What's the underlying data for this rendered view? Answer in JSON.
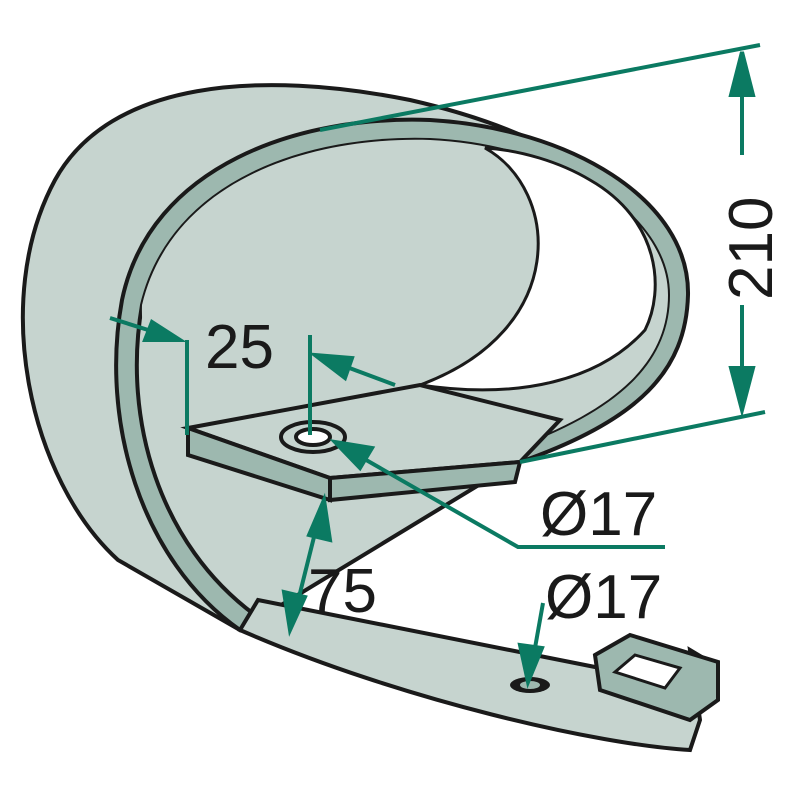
{
  "dimensions": {
    "plate_length": "25",
    "height": "210",
    "hole_upper": "Ø17",
    "gap": "75",
    "hole_lower": "Ø17"
  },
  "colors": {
    "dimension_line": "#0b7a62",
    "surface": "#c6d4cf",
    "edge": "#9db8af",
    "outline": "#1a1a1a"
  }
}
